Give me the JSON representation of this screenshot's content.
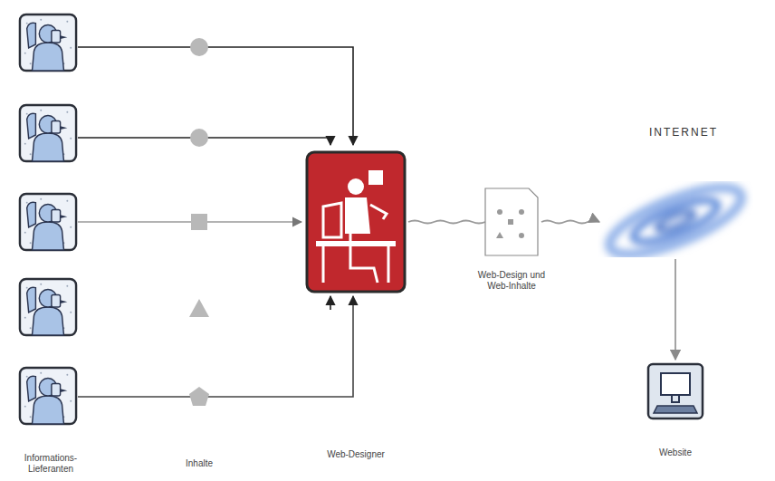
{
  "diagram": {
    "nodes": [
      {
        "text": [
          "Web-Designer"
        ]
      },
      {
        "text": [
          "Web-Design und Web-Inhalte"
        ]
      },
      {
        "text": [
          "INTERNET"
        ]
      },
      {
        "text": [
          "Website"
        ]
      }
    ],
    "edges": [
      {
        "from": 0,
        "to": 1,
        "arrow": "none"
      },
      {
        "from": 1,
        "to": 2,
        "arrow": "to"
      },
      {
        "from": 2,
        "to": 3,
        "arrow": "to"
      }
    ],
    "labels": [
      "Informations- Lieferanten",
      "Inhalte"
    ]
  }
}
